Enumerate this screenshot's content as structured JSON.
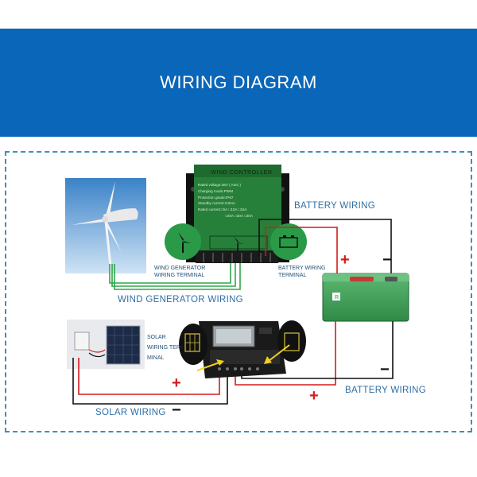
{
  "header": {
    "title": "WIRING DIAGRAM"
  },
  "labels": {
    "battery_wiring_top": "BATTERY WIRING",
    "wind_terminal_line1": "WIND GENERATOR",
    "wind_terminal_line2": "WIRING TERMINAL",
    "battery_terminal_line1": "BATTERY WIRING",
    "battery_terminal_line2": "TERMINAL",
    "wind_generator_wiring": "WIND GENERATOR WIRING",
    "solar_terminal_line1": "SOLAR",
    "solar_terminal_line2": "WIRING TER-",
    "solar_terminal_line3": "MINAL",
    "battery_wiring_bottom": "BATTERY WIRING",
    "solar_wiring": "SOLAR WIRING"
  },
  "controller": {
    "title": "WIND CONTROLLER",
    "specs": [
      "Rated voltage:48V ( Auto )",
      "Charging mode:PWM",
      "Protection grade:IP67",
      "Standby current:3.6mA",
      "Rated current:□5A  □10A  □15A",
      "□20A  □30A  □40A"
    ]
  },
  "polarity": {
    "plus": "+",
    "minus": "−"
  },
  "colors": {
    "header": "#0a66b8",
    "frame_border": "#3f8fb7",
    "label_text": "#2e6fa6",
    "positive_wire": "#d21c1c",
    "negative_wire": "#111111",
    "wind_wire": "#2fa64a",
    "controller_body": "#27803a",
    "battery_body": "#3a9a52"
  }
}
